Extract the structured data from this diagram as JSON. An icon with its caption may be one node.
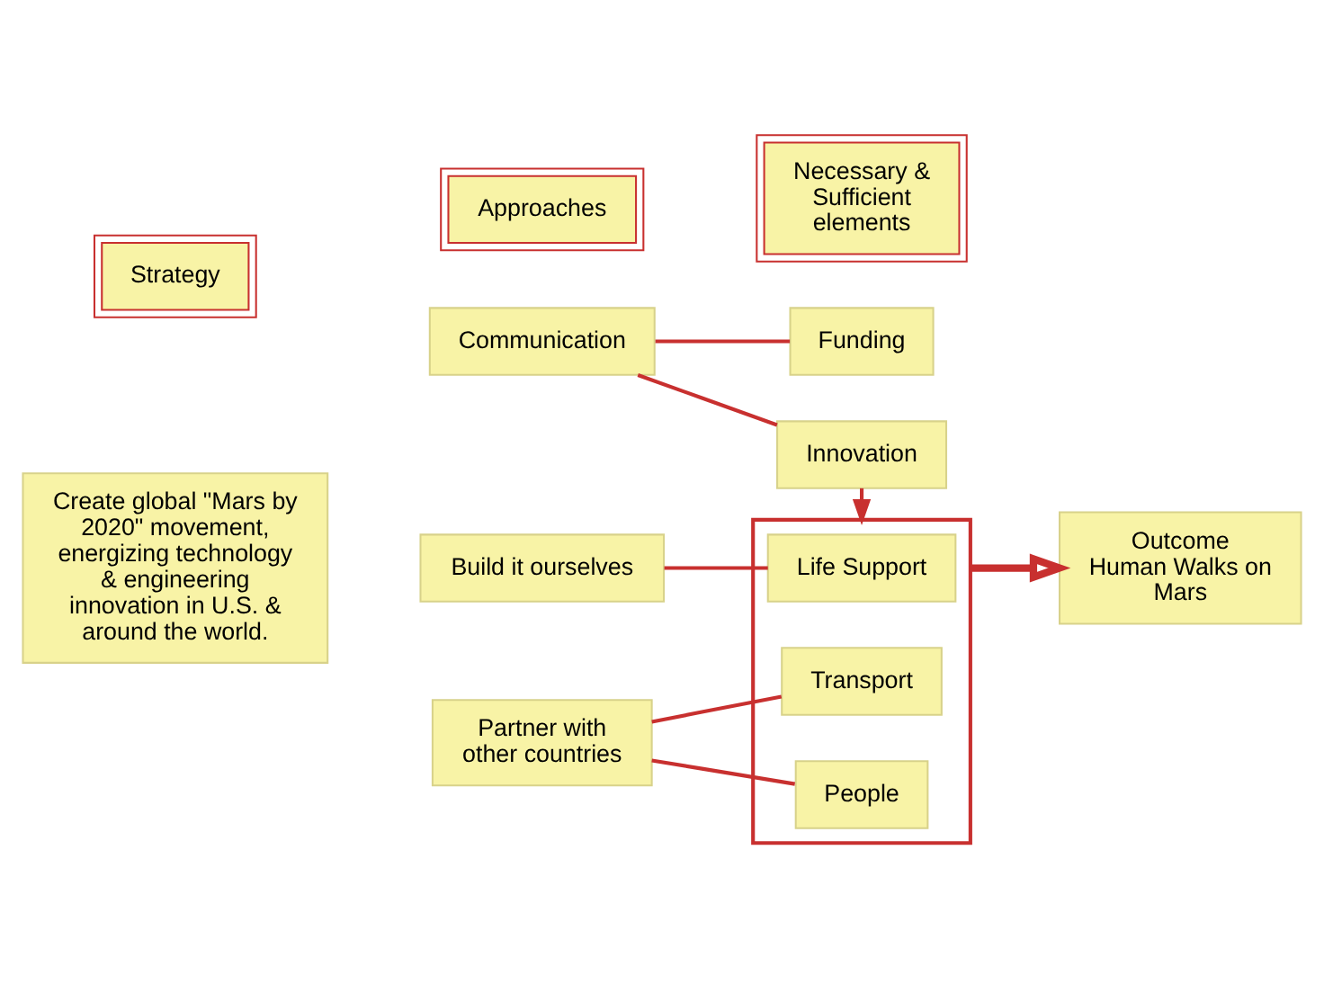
{
  "diagram": {
    "nodes": [
      {
        "text": [
          "Strategy"
        ]
      },
      {
        "text": [
          "Approaches"
        ]
      },
      {
        "text": [
          "Necessary & Sufficient elements"
        ]
      },
      {
        "text": [
          "Create global \"Mars by 2020\" movement, energizing technology & engineering innovation in U.S. & around the world."
        ]
      },
      {
        "text": [
          "Communication"
        ]
      },
      {
        "text": [
          "Funding"
        ]
      },
      {
        "text": [
          "Innovation"
        ]
      },
      {
        "text": [
          "Build it ourselves"
        ]
      },
      {
        "text": [
          "Partner with other countries"
        ]
      },
      {
        "text": [],
        "shape": "box"
      },
      {
        "text": [
          "Life Support"
        ],
        "in": 9
      },
      {
        "text": [
          "Transport"
        ],
        "in": 9
      },
      {
        "text": [
          "People"
        ],
        "in": 9
      },
      {
        "text": [
          "Outcome",
          "Human Walks on Mars"
        ]
      }
    ],
    "edges": [
      {
        "from": 4,
        "to": 5,
        "arrow": "none"
      },
      {
        "from": 4,
        "to": 6,
        "arrow": "none"
      },
      {
        "from": 6,
        "to": 9,
        "arrow": "to"
      },
      {
        "from": 7,
        "to": 10,
        "arrow": "none"
      },
      {
        "from": 8,
        "to": 11,
        "arrow": "none"
      },
      {
        "from": 8,
        "to": 12,
        "arrow": "none"
      },
      {
        "from": 9,
        "to": 13,
        "arrow": "to",
        "style": "thick"
      }
    ]
  }
}
